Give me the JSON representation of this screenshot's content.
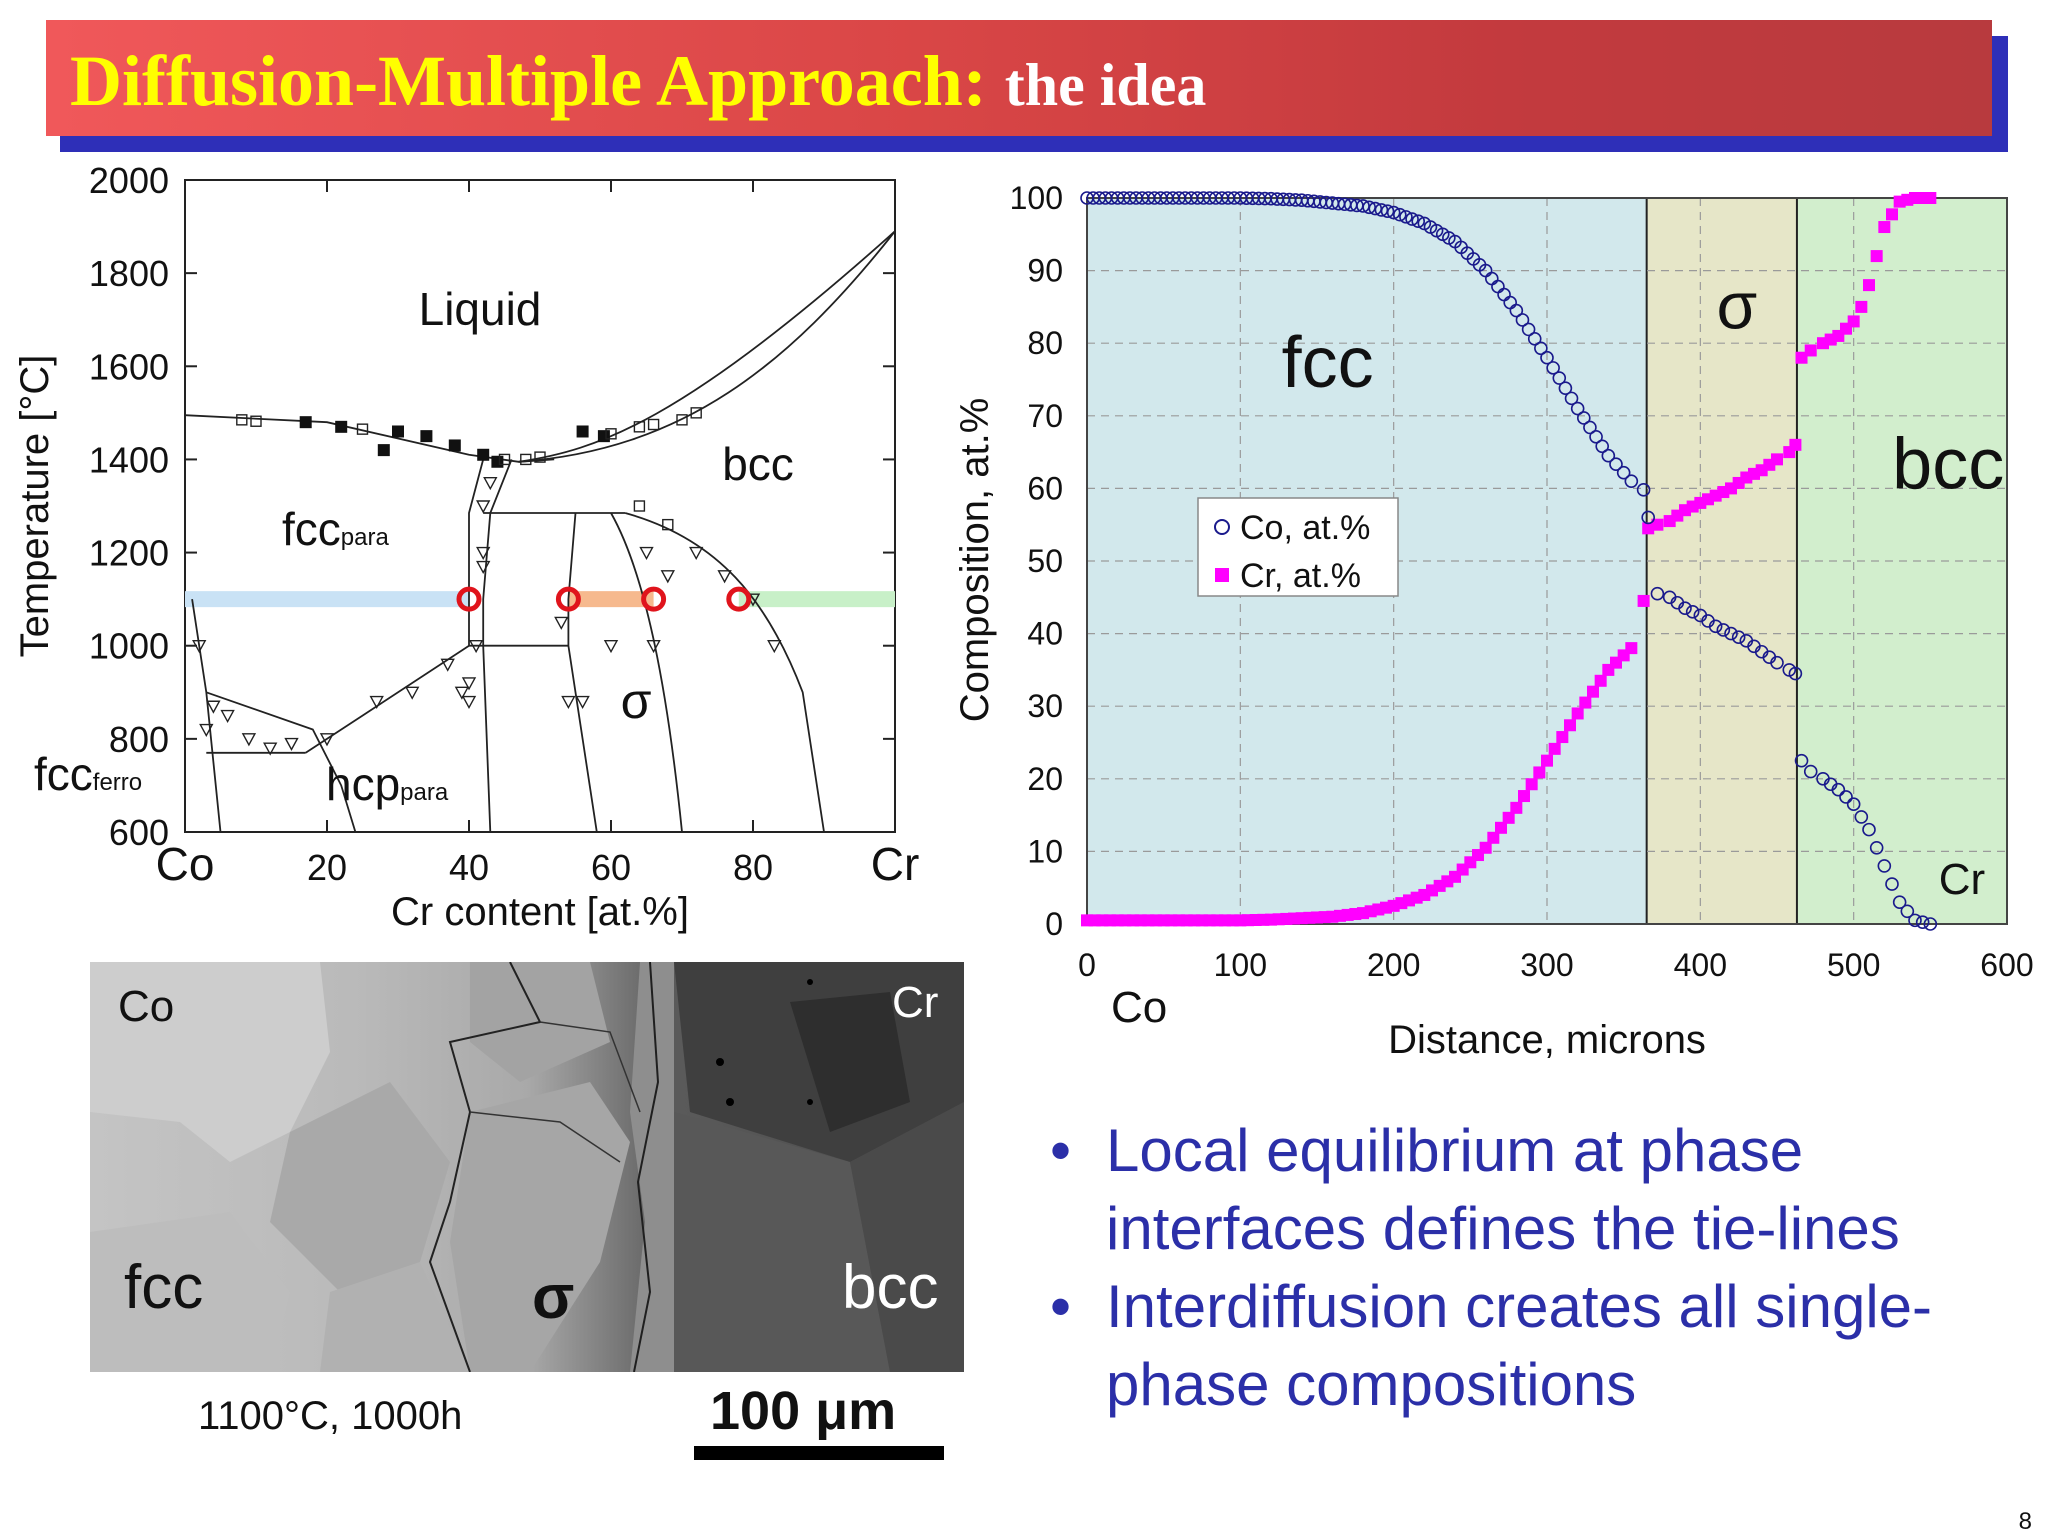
{
  "slide": {
    "title_main": "Diffusion-Multiple Approach:",
    "title_sub": "the idea",
    "page_number": "8"
  },
  "phase_diagram": {
    "ylabel": "Temperature [°C]",
    "xlabel": "Cr content [at.%]",
    "y_ticks": [
      "2000",
      "1800",
      "1600",
      "1400",
      "1200",
      "1000",
      "800",
      "600"
    ],
    "x_ticks": [
      "Co",
      "20",
      "40",
      "60",
      "80",
      "Cr"
    ],
    "labels": {
      "liquid": "Liquid",
      "bcc": "bcc",
      "fcc_para": "fcc",
      "fcc_para_sub": "para",
      "sigma": "σ",
      "fcc_ferro": "fcc",
      "fcc_ferro_sub": "ferro",
      "hcp_para": "hcp",
      "hcp_para_sub": "para"
    },
    "tie_temperature": 1100,
    "tie_points": [
      40,
      54,
      66,
      78
    ],
    "colors": {
      "fcc_band": "#c9e2f5",
      "sigma_band": "#f6b98e",
      "bcc_band": "#c8f0c8",
      "tie_circle": "#e0141c"
    }
  },
  "chart_data": {
    "type": "scatter",
    "title": "",
    "xlabel": "Distance, microns",
    "ylabel": "Composition, at.%",
    "xlim": [
      0,
      600
    ],
    "ylim": [
      0,
      100
    ],
    "x_ticks": [
      "0",
      "100",
      "200",
      "300",
      "400",
      "500",
      "600"
    ],
    "y_ticks": [
      "0",
      "10",
      "20",
      "30",
      "40",
      "50",
      "60",
      "70",
      "80",
      "90",
      "100"
    ],
    "grid": true,
    "legend_position": "left-middle",
    "regions": [
      {
        "label": "fcc",
        "x_start": 0,
        "x_end": 365,
        "color": "#d2e8ec"
      },
      {
        "label": "σ",
        "x_start": 365,
        "x_end": 463,
        "color": "#e6e6c8"
      },
      {
        "label": "bcc",
        "x_start": 463,
        "x_end": 600,
        "color": "#d2eecd"
      }
    ],
    "end_labels": {
      "left": "Co",
      "right": "Cr"
    },
    "series": [
      {
        "name": "Co, at.%",
        "marker": "open-circle",
        "color": "#1a1a8c",
        "x": [
          0,
          20,
          40,
          60,
          80,
          100,
          120,
          140,
          160,
          180,
          200,
          220,
          240,
          260,
          280,
          300,
          320,
          340,
          355,
          363,
          366,
          372,
          380,
          390,
          400,
          410,
          420,
          430,
          440,
          450,
          458,
          462,
          466,
          472,
          480,
          490,
          500,
          510,
          520,
          530,
          540,
          550
        ],
        "y": [
          100,
          100,
          100,
          100,
          100,
          100,
          99.9,
          99.7,
          99.3,
          98.9,
          98,
          96.5,
          94,
          90,
          84.5,
          78,
          71,
          64.5,
          61,
          59.8,
          56,
          45.5,
          45,
          43.5,
          42.5,
          41,
          40,
          39,
          37.5,
          36,
          35,
          34.5,
          22.5,
          21,
          20,
          18.5,
          16.5,
          13,
          8,
          3,
          0.5,
          0
        ]
      },
      {
        "name": "Cr, at.%",
        "marker": "filled-square",
        "color": "#ff00ff",
        "x": [
          0,
          20,
          40,
          60,
          80,
          100,
          120,
          140,
          160,
          180,
          200,
          220,
          240,
          260,
          280,
          300,
          320,
          340,
          355,
          363,
          366,
          372,
          380,
          390,
          400,
          410,
          420,
          430,
          440,
          450,
          458,
          462,
          466,
          472,
          480,
          490,
          500,
          505,
          510,
          520,
          530,
          540,
          550
        ],
        "y": [
          0.5,
          0.5,
          0.5,
          0.5,
          0.5,
          0.5,
          0.6,
          0.8,
          1,
          1.5,
          2.5,
          4,
          6.5,
          10.5,
          16,
          22.5,
          29,
          35,
          38,
          44.5,
          54.5,
          55,
          55.5,
          57,
          58,
          59,
          60,
          61.5,
          62.5,
          64,
          65,
          66,
          78,
          79,
          80,
          81,
          83,
          85,
          88,
          96,
          99.5,
          100,
          100
        ]
      }
    ]
  },
  "micrograph": {
    "labels": {
      "co": "Co",
      "cr": "Cr",
      "fcc": "fcc",
      "sigma": "σ",
      "bcc": "bcc"
    },
    "caption": "1100°C, 1000h",
    "scale_bar_label": "100 μm"
  },
  "bullets": [
    "Local equilibrium at phase interfaces defines the tie-lines",
    "Interdiffusion creates all single-phase compositions"
  ]
}
